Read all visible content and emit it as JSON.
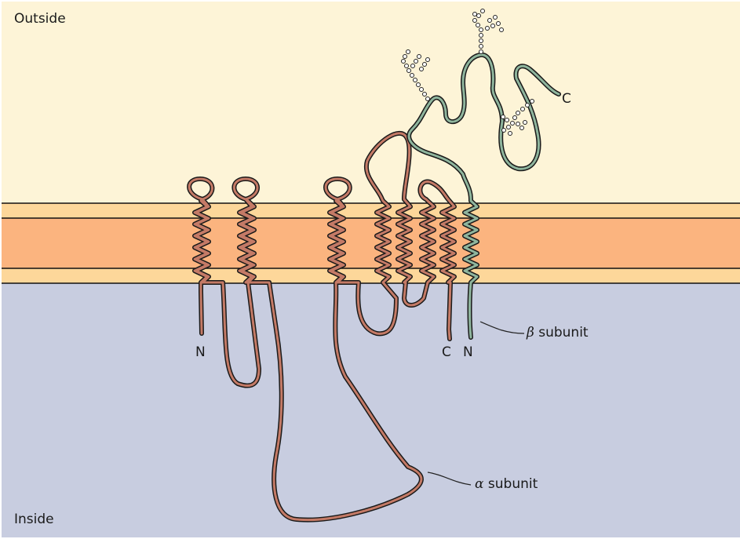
{
  "regions": {
    "outside": "Outside",
    "inside": "Inside"
  },
  "subunits": {
    "alpha": {
      "symbol": "α",
      "text": "subunit"
    },
    "beta": {
      "symbol": "β",
      "text": "subunit"
    }
  },
  "termini": {
    "alpha_n": "N",
    "alpha_c": "C",
    "beta_n": "N",
    "beta_c": "C"
  },
  "colors": {
    "outside": "#fdf4d7",
    "inside": "#c8cde0",
    "membrane_outer": "#fdd79a",
    "membrane_core": "#fbb47f",
    "alpha_chain": "#c47a66",
    "beta_chain": "#8fb59d",
    "sugar": "#ffffff"
  }
}
